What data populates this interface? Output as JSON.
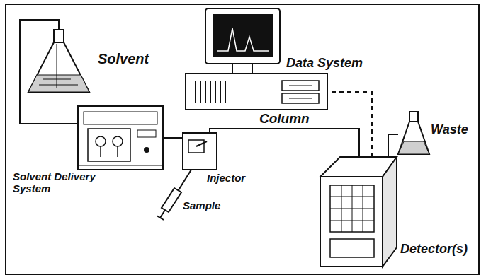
{
  "diagram": {
    "nodes": [
      {
        "text": [
          "Solvent"
        ]
      },
      {
        "text": [
          "Solvent Delivery System"
        ]
      },
      {
        "text": [
          "Injector"
        ]
      },
      {
        "text": [
          "Detector(s)"
        ]
      },
      {
        "text": [
          "Waste"
        ]
      },
      {
        "text": [
          "Data System"
        ]
      }
    ],
    "edges": [
      {
        "from": 0,
        "to": 1,
        "arrow": "none"
      },
      {
        "from": 1,
        "to": 2,
        "arrow": "none"
      },
      {
        "from": 2,
        "to": 3,
        "label": "Column",
        "arrow": "none"
      },
      {
        "from": 3,
        "to": 4,
        "arrow": "none"
      },
      {
        "from": 3,
        "to": 5,
        "arrow": "none"
      }
    ],
    "labels": [
      "Sample"
    ]
  }
}
